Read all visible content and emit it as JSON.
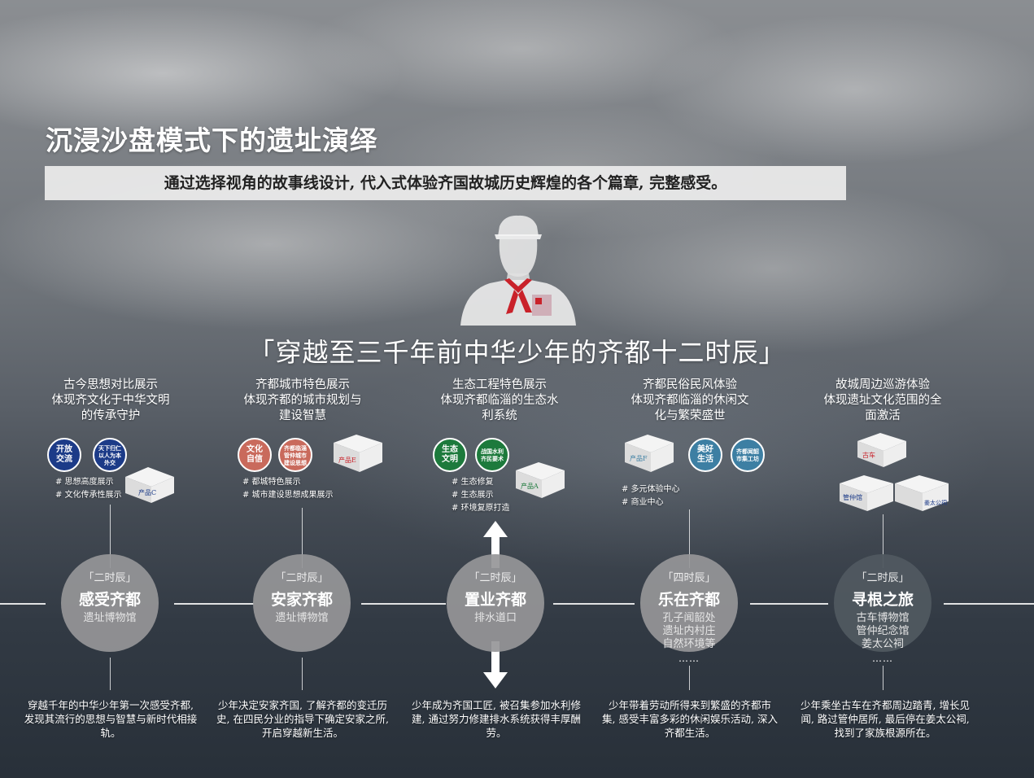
{
  "title": "沉浸沙盘模式下的遗址演绎",
  "subtitle": "通过选择视角的故事线设计, 代入式体验齐国故城历史辉煌的各个篇章, 完整感受。",
  "headline": "「穿越至三千年前中华少年的齐都十二时辰」",
  "columns": [
    {
      "heading": [
        "古今思想对比展示",
        "体现齐文化于中华文明",
        "的传承守护"
      ],
      "badges": [
        {
          "text": "开放\n交流",
          "color": "#1c3b88"
        },
        {
          "text": "天下归仁\n以人为本\n外交",
          "color": "#1c3b88"
        }
      ],
      "product": "产品C",
      "bullets": [
        "# 思想高度展示",
        "# 文化传承性展示"
      ],
      "stage": {
        "tag": "「二时辰」",
        "name": "感受齐都",
        "sub": [
          "遗址博物馆"
        ]
      },
      "story": "穿越千年的中华少年第一次感受齐都, 发现其流行的思想与智慧与新时代相接轨。"
    },
    {
      "heading": [
        "齐都城市特色展示",
        "体现齐都的城市规划与",
        "建设智慧"
      ],
      "badges": [
        {
          "text": "文化\n自信",
          "color": "#c96a5c"
        },
        {
          "text": "齐都临淄\n管仲城市\n建设思想",
          "color": "#c96a5c"
        }
      ],
      "product": "产品E",
      "bullets": [
        "# 都城特色展示",
        "# 城市建设思想成果展示"
      ],
      "stage": {
        "tag": "「二时辰」",
        "name": "安家齐都",
        "sub": [
          "遗址博物馆"
        ]
      },
      "story": "少年决定安家齐国, 了解齐都的变迁历史, 在四民分业的指导下确定安家之所, 开启穿越新生活。"
    },
    {
      "heading": [
        "生态工程特色展示",
        "体现齐都临淄的生态水",
        "利系统"
      ],
      "badges": [
        {
          "text": "生态\n文明",
          "color": "#1d7a3c"
        },
        {
          "text": "战国水利\n齐民要术",
          "color": "#1d7a3c"
        }
      ],
      "product": "产品A",
      "bullets": [
        "# 生态修复",
        "# 生态展示",
        "# 环境复原打造"
      ],
      "stage": {
        "tag": "「二时辰」",
        "name": "置业齐都",
        "sub": [
          "排水道口"
        ]
      },
      "story": "少年成为齐国工匠, 被召集参加水利修建, 通过努力修建排水系统获得丰厚酬劳。"
    },
    {
      "heading": [
        "齐都民俗民风体验",
        "体现齐都临淄的休闲文",
        "化与繁荣盛世"
      ],
      "badges": [
        {
          "text": "美好\n生活",
          "color": "#3d7fa3"
        },
        {
          "text": "齐都闻韶\n市集工坊",
          "color": "#3d7fa3"
        }
      ],
      "product": "产品F",
      "bullets": [
        "# 多元体验中心",
        "# 商业中心"
      ],
      "stage": {
        "tag": "「四时辰」",
        "name": "乐在齐都",
        "sub": [
          "孔子闻韶处",
          "遗址内村庄",
          "自然环境等"
        ]
      },
      "dots": "……",
      "story": "少年带着劳动所得来到繁盛的齐都市集, 感受丰富多彩的休闲娱乐活动, 深入齐都生活。"
    },
    {
      "heading": [
        "故城周边巡游体验",
        "体现遗址文化范围的全",
        "面激活"
      ],
      "products": [
        "古车",
        "管仲馆",
        "姜太公祠"
      ],
      "stage": {
        "tag": "「二时辰」",
        "name": "寻根之旅",
        "sub": [
          "古车博物馆",
          "管仲纪念馆",
          "姜太公祠"
        ]
      },
      "dots": "……",
      "story": "少年乘坐古车在齐都周边踏青, 增长见闻, 路过管仲居所, 最后停在姜太公祠, 找到了家族根源所在。"
    }
  ],
  "colors": {
    "accent_red": "#c9222a",
    "subtitle_bg": "#ececec"
  }
}
